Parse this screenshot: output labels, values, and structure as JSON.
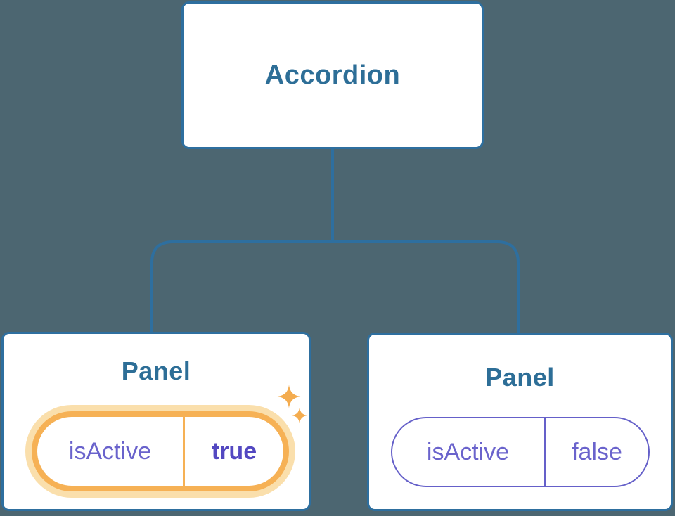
{
  "colors": {
    "background": "#4C6671",
    "node_border_blue": "#2E6F9F",
    "title_blue": "#2D6E97",
    "state_purple": "#6A63CC",
    "state_value_purple": "#5348C1",
    "pill_border_purple": "#6560C9",
    "highlight_orange": "#F6B155",
    "highlight_halo": "#FADFAC",
    "sparkle_orange": "#F4AC4F",
    "node_fill": "#FFFFFF"
  },
  "diagram": {
    "type": "component-tree",
    "root": {
      "label": "Accordion"
    },
    "panels": [
      {
        "title": "Panel",
        "state": {
          "name": "isActive",
          "value": "true"
        },
        "highlighted": true
      },
      {
        "title": "Panel",
        "state": {
          "name": "isActive",
          "value": "false"
        },
        "highlighted": false
      }
    ]
  }
}
